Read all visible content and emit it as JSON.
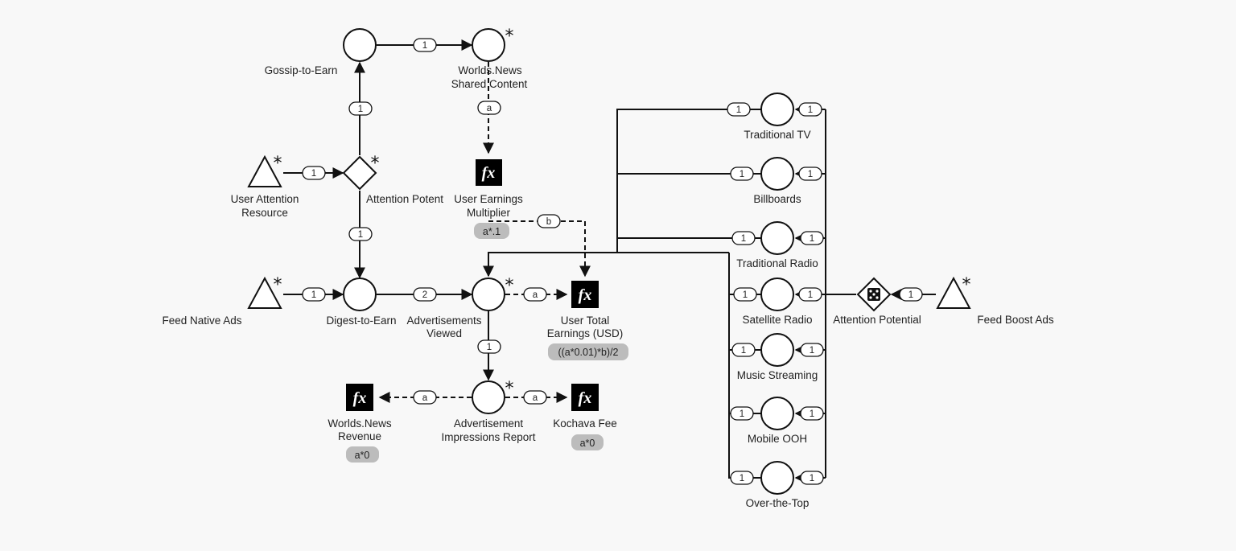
{
  "pools": [
    {
      "id": "gossip",
      "label": [
        "Gossip-to-Earn"
      ]
    },
    {
      "id": "shared",
      "label": [
        "Worlds.News",
        "Shared Content"
      ]
    },
    {
      "id": "digest",
      "label": [
        "Digest-to-Earn"
      ]
    },
    {
      "id": "adsviewed",
      "label": [
        "Advertisements",
        "Viewed"
      ]
    },
    {
      "id": "impressions",
      "label": [
        "Advertisement",
        "Impressions Report"
      ]
    },
    {
      "id": "tv",
      "label": [
        "Traditional TV"
      ]
    },
    {
      "id": "billboards",
      "label": [
        "Billboards"
      ]
    },
    {
      "id": "radio",
      "label": [
        "Traditional Radio"
      ]
    },
    {
      "id": "satellite",
      "label": [
        "Satellite Radio"
      ]
    },
    {
      "id": "music",
      "label": [
        "Music Streaming"
      ]
    },
    {
      "id": "ooh",
      "label": [
        "Mobile OOH"
      ]
    },
    {
      "id": "ott",
      "label": [
        "Over-the-Top"
      ]
    }
  ],
  "sources": [
    {
      "id": "user_attention",
      "label": [
        "User Attention",
        "Resource"
      ]
    },
    {
      "id": "feed_native",
      "label": [
        "Feed Native Ads"
      ]
    },
    {
      "id": "feed_boost",
      "label": [
        "Feed Boost Ads"
      ]
    }
  ],
  "gates": [
    {
      "id": "attention_gate",
      "label": [
        "Attention Potent"
      ]
    },
    {
      "id": "attention_random",
      "label": [
        "Attention Potential"
      ]
    }
  ],
  "registers": [
    {
      "id": "multiplier",
      "label": [
        "User Earnings",
        "Multiplier"
      ],
      "formula": "a*.1"
    },
    {
      "id": "earnings",
      "label": [
        "User Total",
        "Earnings (USD)"
      ],
      "formula": "((a*0.01)*b)/2"
    },
    {
      "id": "revenue",
      "label": [
        "Worlds.News",
        "Revenue"
      ],
      "formula": "a*0"
    },
    {
      "id": "kochava",
      "label": [
        "Kochava Fee"
      ],
      "formula": "a*0"
    }
  ],
  "icons": {
    "register": "fx-icon",
    "random_gate": "dice-icon",
    "gate": "diamond-gate-icon",
    "pool": "circle-pool-icon",
    "source": "triangle-source-icon",
    "start": "asterisk-icon"
  },
  "fx_glyph": "fx",
  "star_glyph": "*",
  "flow_labels": {
    "one": "1",
    "two": "2",
    "var_a": "a",
    "var_b": "b"
  }
}
